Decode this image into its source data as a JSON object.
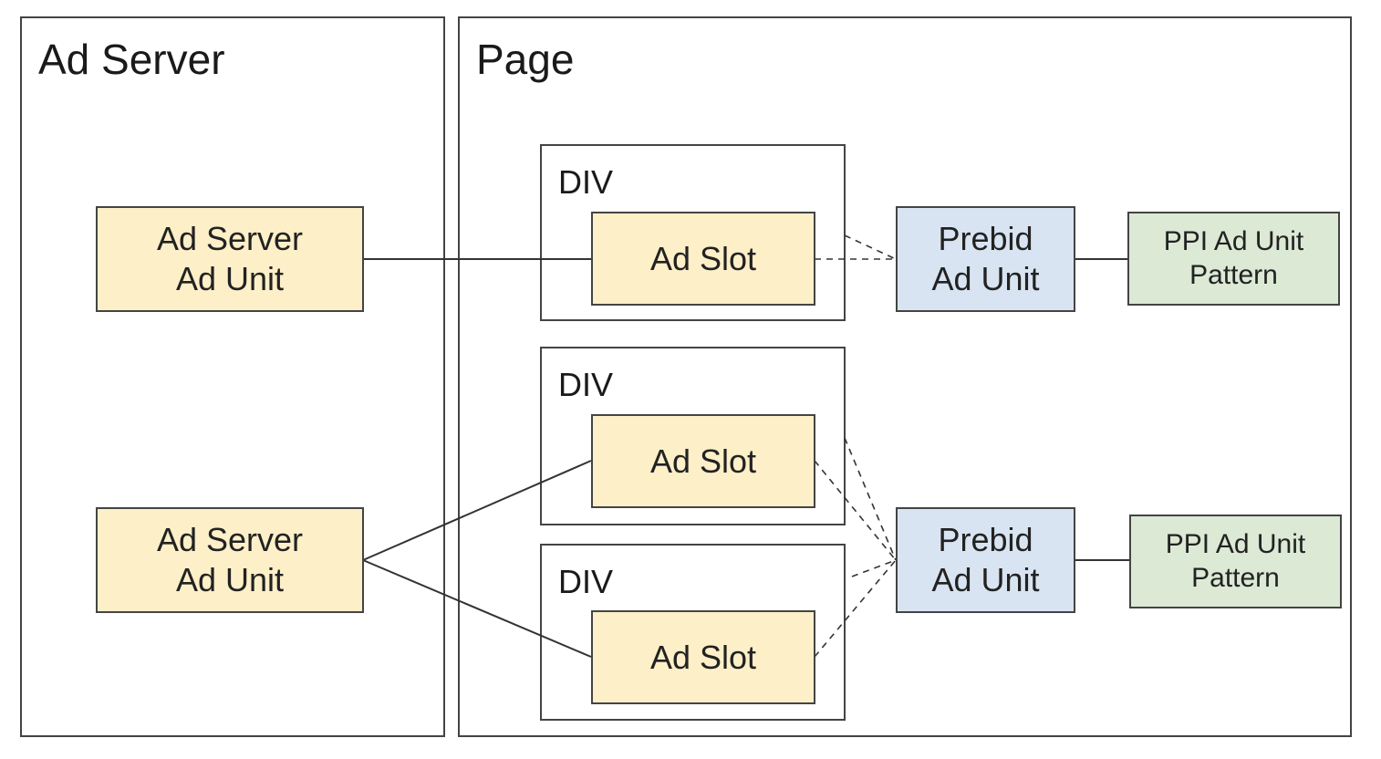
{
  "ad_server_panel": {
    "title": "Ad Server"
  },
  "page_panel": {
    "title": "Page"
  },
  "ad_server_units": [
    {
      "line1": "Ad Server",
      "line2": "Ad Unit"
    },
    {
      "line1": "Ad Server",
      "line2": "Ad Unit"
    }
  ],
  "divs": [
    {
      "label": "DIV",
      "slot": "Ad Slot"
    },
    {
      "label": "DIV",
      "slot": "Ad Slot"
    },
    {
      "label": "DIV",
      "slot": "Ad Slot"
    }
  ],
  "prebid_units": [
    {
      "line1": "Prebid",
      "line2": "Ad Unit"
    },
    {
      "line1": "Prebid",
      "line2": "Ad Unit"
    }
  ],
  "ppi_patterns": [
    {
      "line1": "PPI Ad Unit",
      "line2": "Pattern"
    },
    {
      "line1": "PPI Ad Unit",
      "line2": "Pattern"
    }
  ],
  "colors": {
    "ad_unit_fill": "#fdefc8",
    "prebid_fill": "#d9e4f2",
    "ppi_fill": "#dbe9d5",
    "line": "#333333"
  }
}
